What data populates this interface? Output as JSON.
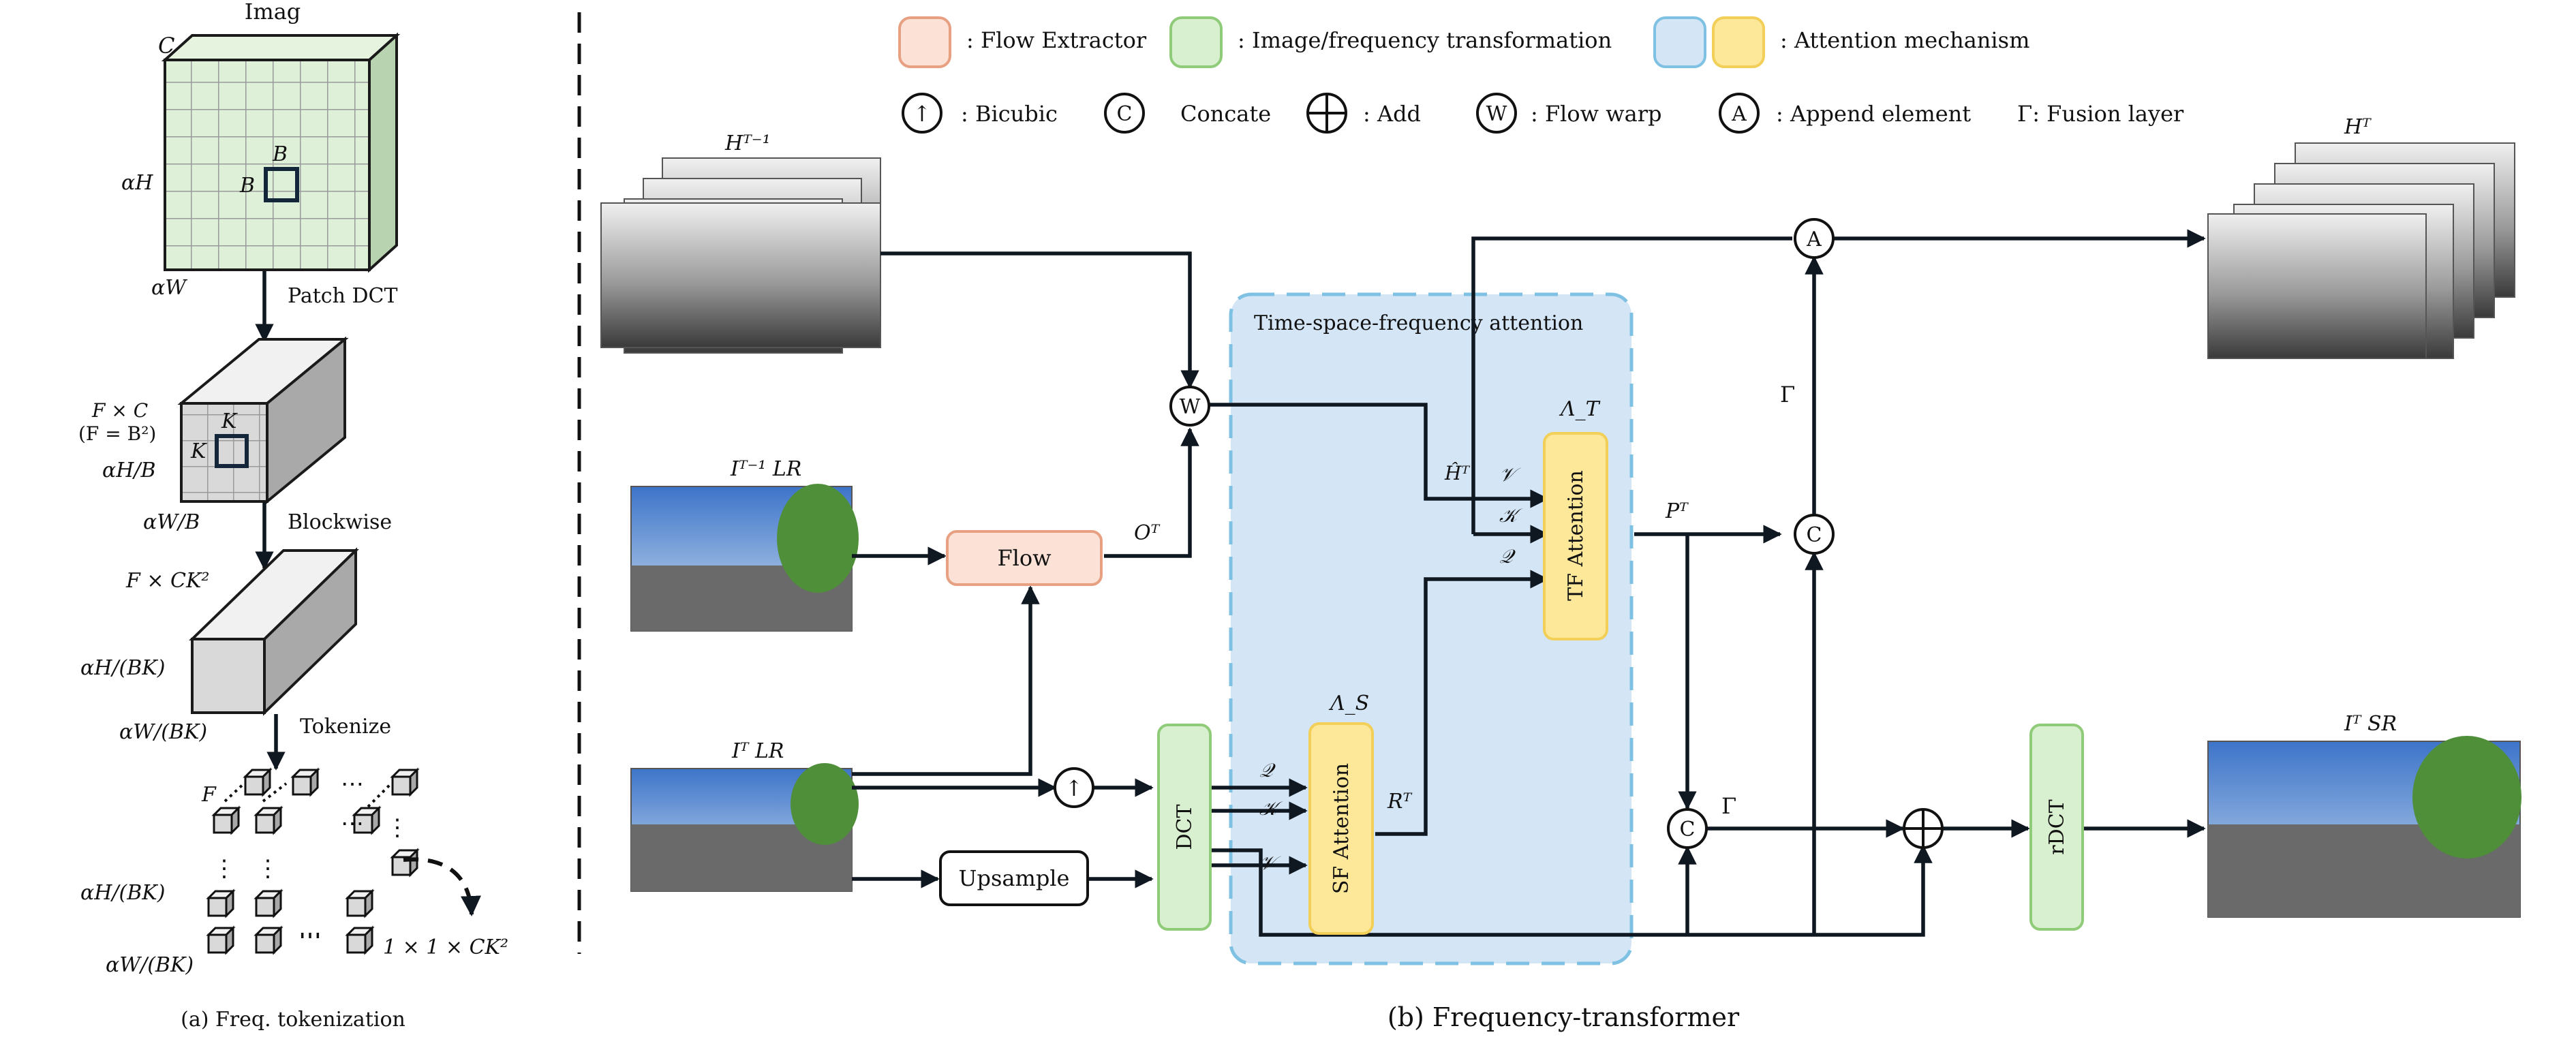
{
  "legend": {
    "flow_extractor": ": Flow Extractor",
    "image_freq": ": Image/frequency transformation",
    "attention": ": Attention mechanism",
    "bicubic_sym": "↑",
    "bicubic": ": Bicubic",
    "concate_sym": "C",
    "concate": "Concate",
    "add": ": Add",
    "warp_sym": "W",
    "warp": ": Flow warp",
    "append_sym": "A",
    "append": ": Append element",
    "fusion": "Γ: Fusion layer"
  },
  "colors": {
    "flow_fill": "#fbe1d6",
    "flow_stroke": "#e8a083",
    "dct_fill": "#d8f0cf",
    "dct_stroke": "#8fcb79",
    "attn_fill": "#fde89a",
    "attn_stroke": "#f1cf58",
    "tsfa_fill": "#d4e5f5",
    "tsfa_stroke": "#7ec1e3",
    "cube_green": "#dff0d8",
    "cube_gray": "#d9d9d9"
  },
  "panel_a": {
    "imag": "Imag",
    "c": "C",
    "alpha_h": "αH",
    "alpha_w": "αW",
    "b": "B",
    "patch_dct": "Patch DCT",
    "fxc": "F × C",
    "f_eq": "(F = B²)",
    "k": "K",
    "ah_b": "αH/B",
    "aw_b": "αW/B",
    "blockwise": "Blockwise",
    "fxck": "F × CK²",
    "ah_bk": "αH/(BK)",
    "aw_bk": "αW/(BK)",
    "tokenize": "Tokenize",
    "f": "F",
    "dots": "⋯",
    "vdots": "⋮",
    "token_size": "1 × 1 × CK²",
    "caption": "(a) Freq. tokenization"
  },
  "panel_b": {
    "h_prev": "Hᵀ⁻¹",
    "i_lr_prev": "Iᵀ⁻¹ LR",
    "i_lr": "Iᵀ LR",
    "flow": "Flow",
    "o_t": "Oᵀ",
    "w": "W",
    "upsample": "Upsample",
    "dct": "DCT",
    "up_sym": "↑",
    "tsfa_title": "Time-space-frequency attention",
    "lambda_t": "Λ_T",
    "lambda_s": "Λ_S",
    "tf_attention": "TF Attention",
    "sf_attention": "SF Attention",
    "h_hat": "Ĥᵀ",
    "v": "𝒱",
    "k": "𝒦",
    "q": "𝒬",
    "r_t": "Rᵀ",
    "p_t": "Pᵀ",
    "gamma": "Γ",
    "c": "C",
    "a": "A",
    "h_t": "Hᵀ",
    "rdct": "rDCT",
    "i_sr": "Iᵀ SR",
    "caption": "(b) Frequency-transformer"
  }
}
